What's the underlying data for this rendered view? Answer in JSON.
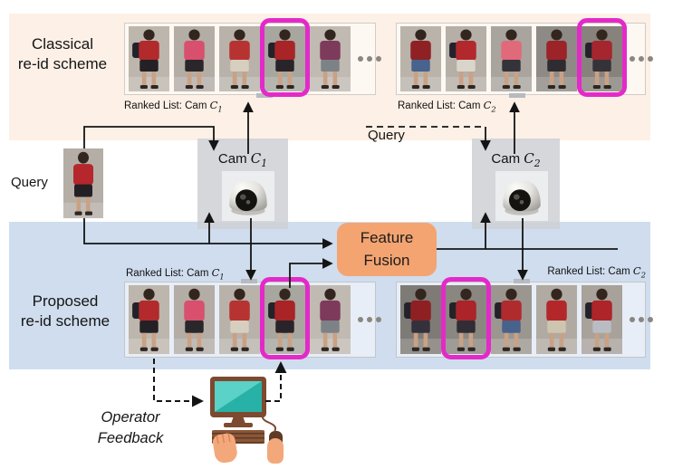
{
  "scheme_bands": {
    "classical": {
      "label_line1": "Classical",
      "label_line2": "re-id scheme"
    },
    "proposed": {
      "label_line1": "Proposed",
      "label_line2": "re-id scheme"
    }
  },
  "queries": {
    "left_label": "Query",
    "right_label": "Query"
  },
  "cameras": {
    "c1": {
      "prefix": "Cam ",
      "letter": "C",
      "sub": "1"
    },
    "c2": {
      "prefix": "Cam ",
      "letter": "C",
      "sub": "2"
    }
  },
  "feature_fusion": {
    "line1": "Feature",
    "line2": "Fusion"
  },
  "operator": {
    "line1": "Operator",
    "line2": "Feedback"
  },
  "ranked_lists": {
    "classical_c1": {
      "caption_prefix": "Ranked List: Cam ",
      "letter": "C",
      "sub": "1",
      "highlight_index": 3,
      "ellipsis": true,
      "persons": [
        {
          "shirt": "#b22a2c",
          "bottom": "#232125",
          "bg": "#bdb6ac",
          "backpack": true
        },
        {
          "shirt": "#d8506e",
          "bottom": "#2a272b",
          "bg": "#b3ada6",
          "backpack": false
        },
        {
          "shirt": "#b73331",
          "bottom": "#d6cfc0",
          "bg": "#b8b2ab",
          "backpack": false
        },
        {
          "shirt": "#a82426",
          "bottom": "#28242a",
          "bg": "#a7a79f",
          "backpack": true
        },
        {
          "shirt": "#7e3a5a",
          "bottom": "#7d8287",
          "bg": "#c0bab2",
          "backpack": false
        }
      ]
    },
    "classical_c2": {
      "caption_prefix": "Ranked List: Cam ",
      "letter": "C",
      "sub": "2",
      "highlight_index": 4,
      "ellipsis": true,
      "persons": [
        {
          "shirt": "#8f2125",
          "bottom": "#47638e",
          "bg": "#b9b3aa",
          "backpack": false
        },
        {
          "shirt": "#b3282c",
          "bottom": "#d9d5cb",
          "bg": "#b5afa8",
          "backpack": true
        },
        {
          "shirt": "#e06a7a",
          "bottom": "#35333a",
          "bg": "#a9a49e",
          "backpack": false
        },
        {
          "shirt": "#9c2328",
          "bottom": "#2f2c31",
          "bg": "#8e8a85",
          "backpack": false
        },
        {
          "shirt": "#a5262e",
          "bottom": "#35323a",
          "bg": "#87827c",
          "backpack": true
        }
      ]
    },
    "proposed_c1": {
      "caption_prefix": "Ranked List: Cam ",
      "letter": "C",
      "sub": "1",
      "highlight_index": 3,
      "ellipsis": true,
      "persons": [
        {
          "shirt": "#b22a2c",
          "bottom": "#232125",
          "bg": "#bdb6ac",
          "backpack": true
        },
        {
          "shirt": "#d8506e",
          "bottom": "#2a272b",
          "bg": "#b3ada6",
          "backpack": false
        },
        {
          "shirt": "#b73331",
          "bottom": "#d6cfc0",
          "bg": "#b8b2ab",
          "backpack": false
        },
        {
          "shirt": "#a82426",
          "bottom": "#28242a",
          "bg": "#a7a79f",
          "backpack": true
        },
        {
          "shirt": "#7e3a5a",
          "bottom": "#7d8287",
          "bg": "#c0bab2",
          "backpack": false
        }
      ]
    },
    "proposed_c2": {
      "caption_prefix": "Ranked List: Cam ",
      "letter": "C",
      "sub": "2",
      "highlight_index": 1,
      "ellipsis": true,
      "persons": [
        {
          "shirt": "#8e2024",
          "bottom": "#33313b",
          "bg": "#7e7a76",
          "backpack": true
        },
        {
          "shirt": "#ab2429",
          "bottom": "#302d35",
          "bg": "#8a8680",
          "backpack": true
        },
        {
          "shirt": "#b02b2e",
          "bottom": "#47628c",
          "bg": "#9b968f",
          "backpack": true
        },
        {
          "shirt": "#b3272b",
          "bottom": "#cdc5b0",
          "bg": "#b0aaa2",
          "backpack": false
        },
        {
          "shirt": "#ad2529",
          "bottom": "#b9bdc3",
          "bg": "#a8a29b",
          "backpack": true
        }
      ]
    }
  },
  "query_person": {
    "shirt": "#b5272d",
    "bottom": "#232025",
    "bg": "#b4aea6",
    "backpack": false
  },
  "palette": {
    "classical_band": "#fdf0e6",
    "proposed_band": "#cfddee",
    "highlight_magenta": "#e32ac8",
    "fusion_orange": "#f4a471",
    "camera_panel_gray": "#ced0d5",
    "monitor_brown": "#7d4a30",
    "screen_teal_light": "#5bd2c7",
    "screen_teal_dark": "#28b1a6",
    "hand_skin": "#f3a87b",
    "line_black": "#141414"
  }
}
